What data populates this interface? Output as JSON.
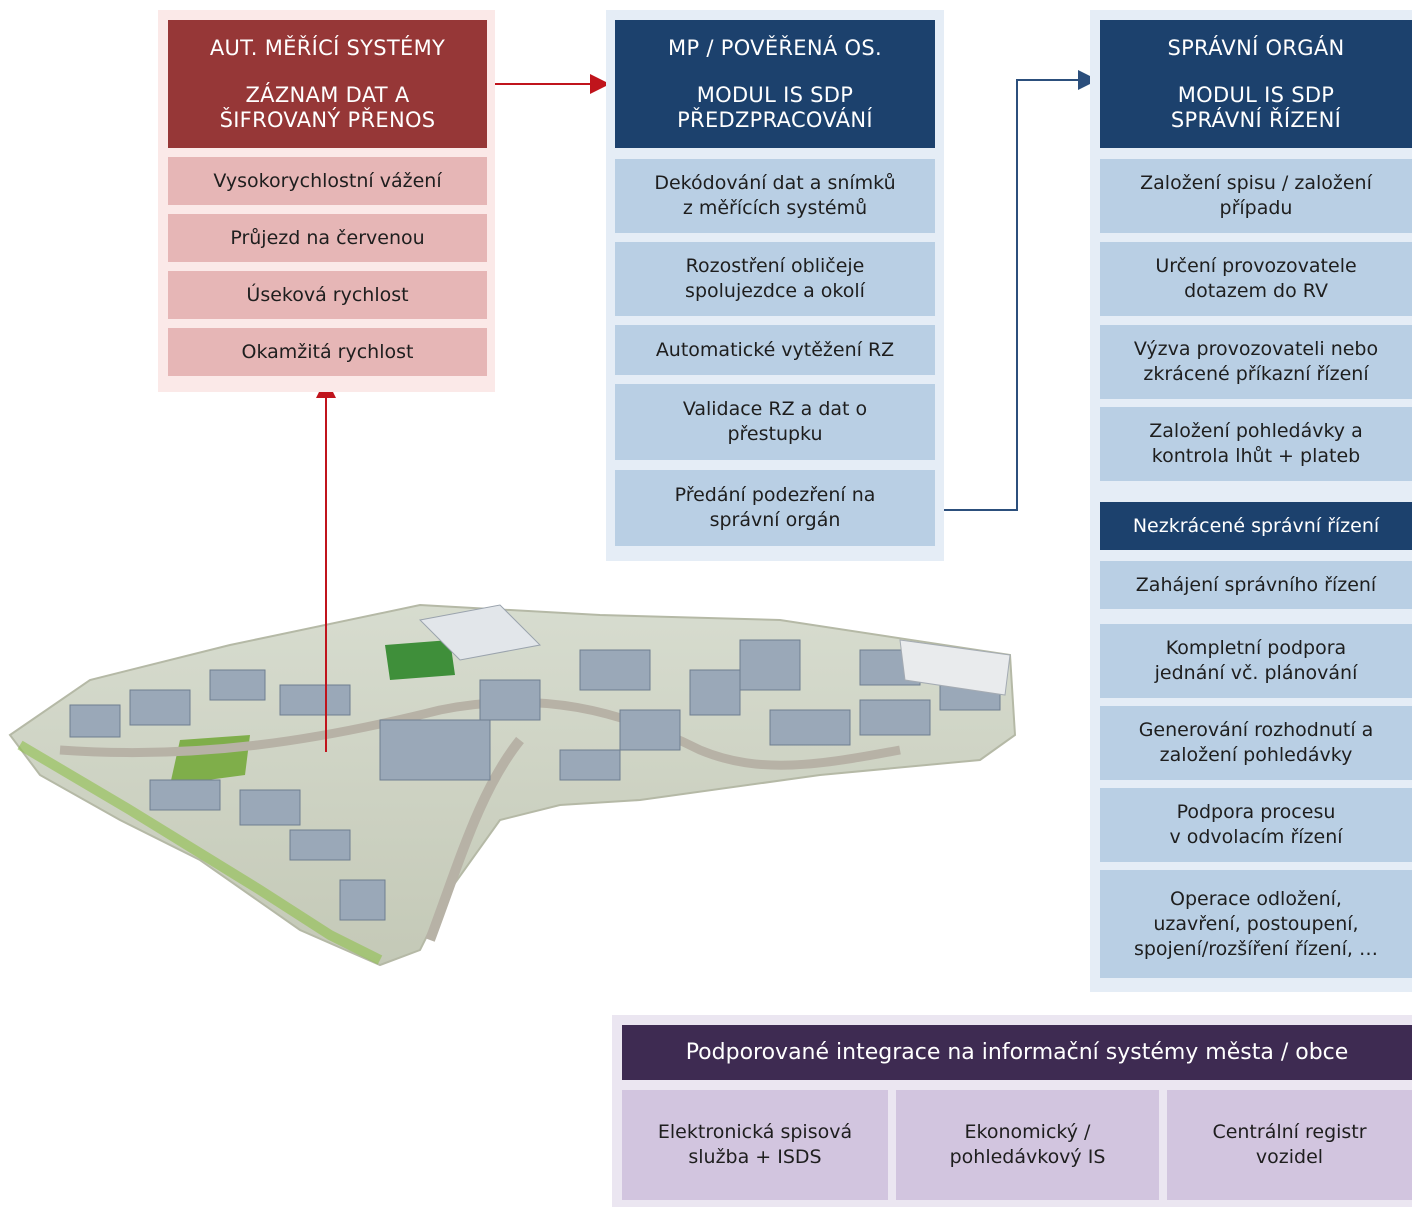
{
  "measuring": {
    "title1": "AUT. MĚŘÍCÍ SYSTÉMY",
    "title2": "ZÁZNAM DAT A\nŠIFROVANÝ PŘENOS",
    "items": [
      "Vysokorychlostní vážení",
      "Průjezd na červenou",
      "Úseková rychlost",
      "Okamžitá rychlost"
    ]
  },
  "preprocessing": {
    "title1": "MP / POVĚŘENÁ OS.",
    "title2": "MODUL IS SDP\nPŘEDZPRACOVÁNÍ",
    "items": [
      "Dekódování dat a snímků\nz měřících systémů",
      "Rozostření obličeje\nspolujezdce a okolí",
      "Automatické vytěžení RZ",
      "Validace RZ a dat o\npřestupku",
      "Předání podezření na\nsprávní orgán"
    ]
  },
  "admin": {
    "title1": "SPRÁVNÍ ORGÁN",
    "title2": "MODUL IS SDP\nSPRÁVNÍ ŘÍZENÍ",
    "items": [
      "Založení spisu / založení\npřípadu",
      "Určení provozovatele\ndotazem do RV",
      "Výzva provozovateli nebo\nzkrácené příkazní řízení",
      "Založení pohledávky a\nkontrola lhůt + plateb"
    ],
    "subheader": "Nezkrácené správní řízení",
    "subitems": [
      "Zahájení správního řízení",
      "Kompletní podpora\njednání vč. plánování",
      "Generování rozhodnutí a\nzaložení pohledávky",
      "Podpora procesu\nv odvolacím řízení",
      "Operace odložení,\nuzavření, postoupení,\nspojení/rozšíření řízení, …"
    ]
  },
  "integrations": {
    "title": "Podporované integrace na informační systémy města / obce",
    "items": [
      "Elektronická spisová\nslužba + ISDS",
      "Ekonomický /\npohledávkový IS",
      "Centrální registr\nvozidel"
    ]
  },
  "colors": {
    "red_header": "#963737",
    "blue_header": "#1c416d",
    "purple_header": "#3e2b52",
    "red_arrow": "#c0141c",
    "blue_arrow": "#2c4f7c"
  }
}
